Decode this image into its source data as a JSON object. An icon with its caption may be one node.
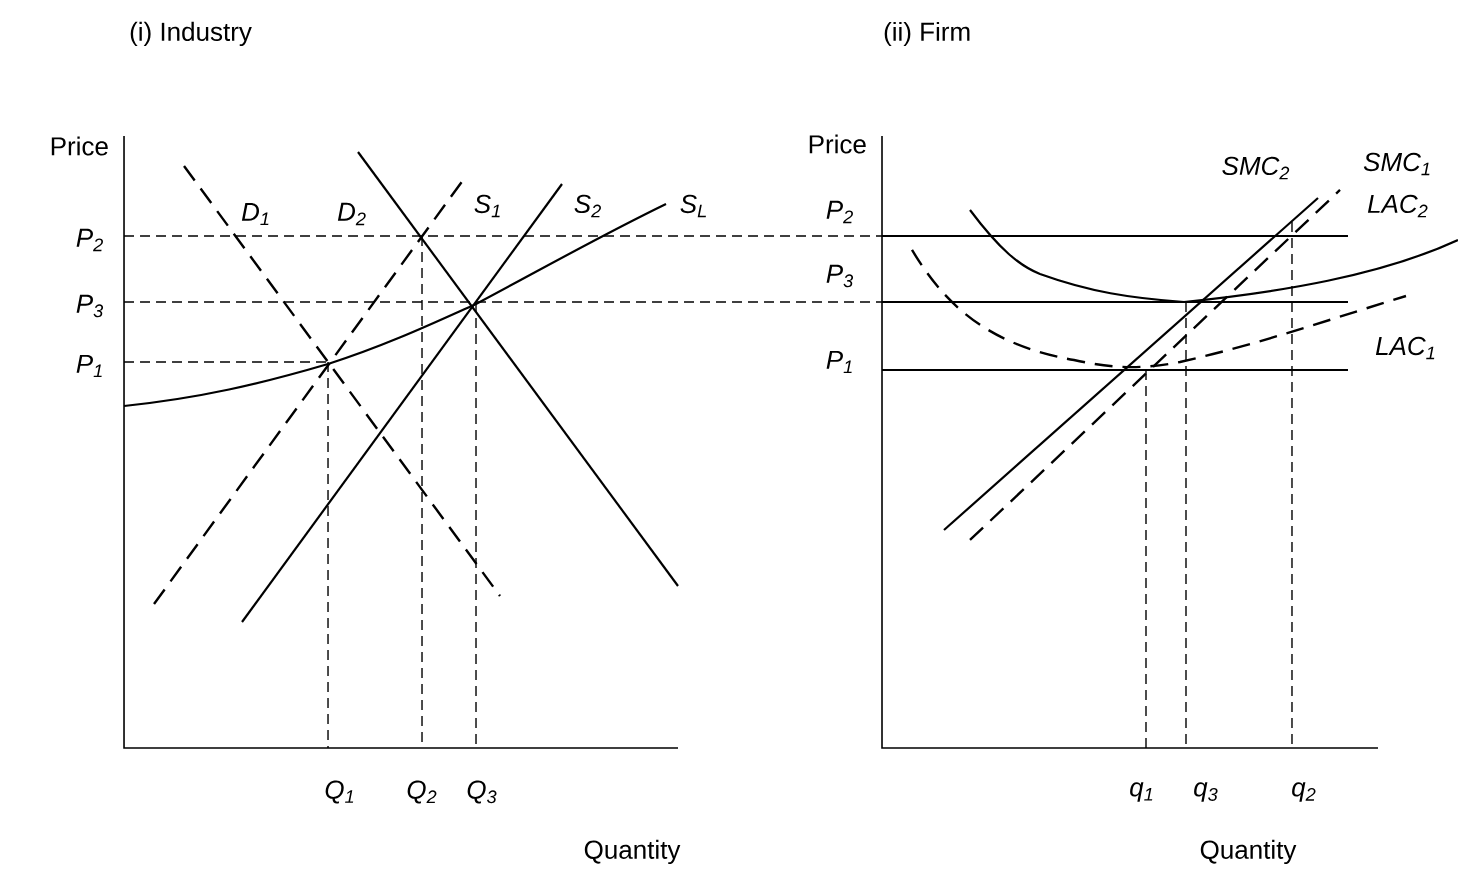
{
  "diagram": {
    "labels": [
      "(i) Industry",
      "(ii) Firm",
      "Price",
      "D$_{1}$",
      "D$_{2}$",
      "S$_{1}$",
      "S$_{2}$",
      "S$_{L}$",
      "P$_{2}$",
      "P$_{3}$",
      "P$_{1}$",
      "Q$_{1}$",
      "Q$_{2}$",
      "Q$_{3}$",
      "Quantity",
      "Price",
      "SMC$_{2}$",
      "SMC$_{1}$",
      "P$_{2}$",
      "LAC$_{2}$",
      "P$_{3}$",
      "P$_{1}$",
      "LAC$_{1}$",
      "q$_{1}$",
      "q$_{3}$",
      "q$_{2}$",
      "Quantity"
    ]
  }
}
